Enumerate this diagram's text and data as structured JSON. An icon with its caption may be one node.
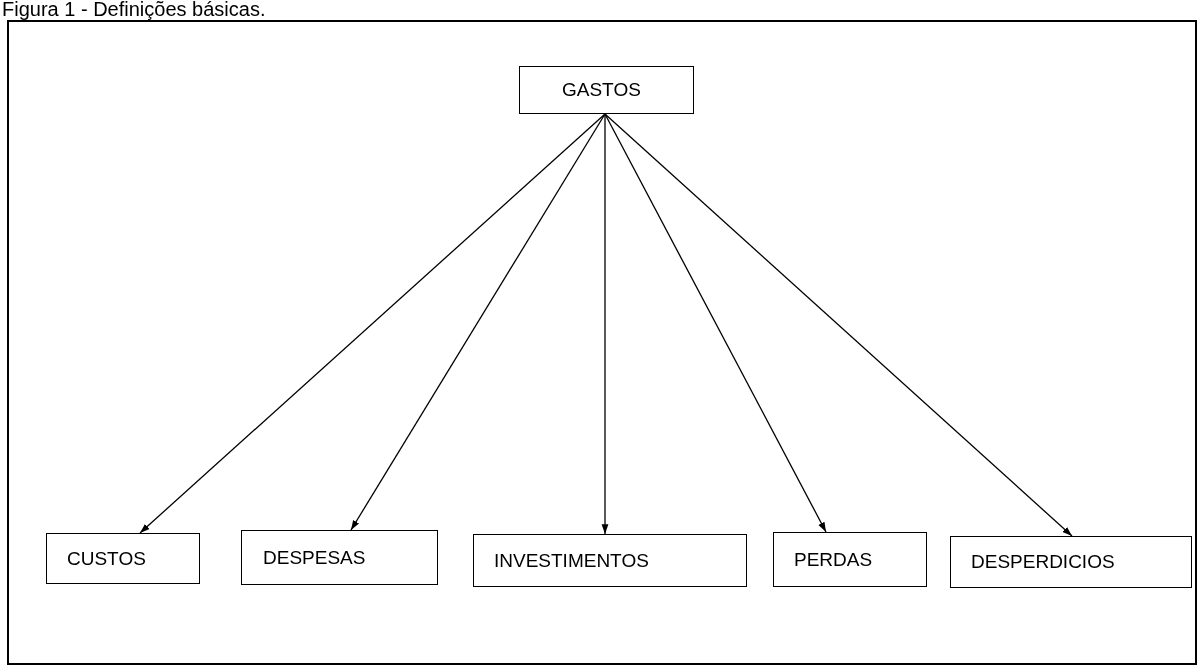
{
  "diagram": {
    "title": "Figura 1 - Definições básicas.",
    "nodes": [
      {
        "text": [
          "GASTOS"
        ]
      },
      {
        "text": [
          "CUSTOS"
        ]
      },
      {
        "text": [
          "DESPESAS"
        ]
      },
      {
        "text": [
          "INVESTIMENTOS"
        ]
      },
      {
        "text": [
          "PERDAS"
        ]
      },
      {
        "text": [
          "DESPERDICIOS"
        ]
      }
    ],
    "edges": [
      {
        "from": 0,
        "to": 1,
        "arrow": "to"
      },
      {
        "from": 0,
        "to": 2,
        "arrow": "to"
      },
      {
        "from": 0,
        "to": 3,
        "arrow": "to"
      },
      {
        "from": 0,
        "to": 4,
        "arrow": "to"
      },
      {
        "from": 0,
        "to": 5,
        "arrow": "to"
      }
    ]
  }
}
